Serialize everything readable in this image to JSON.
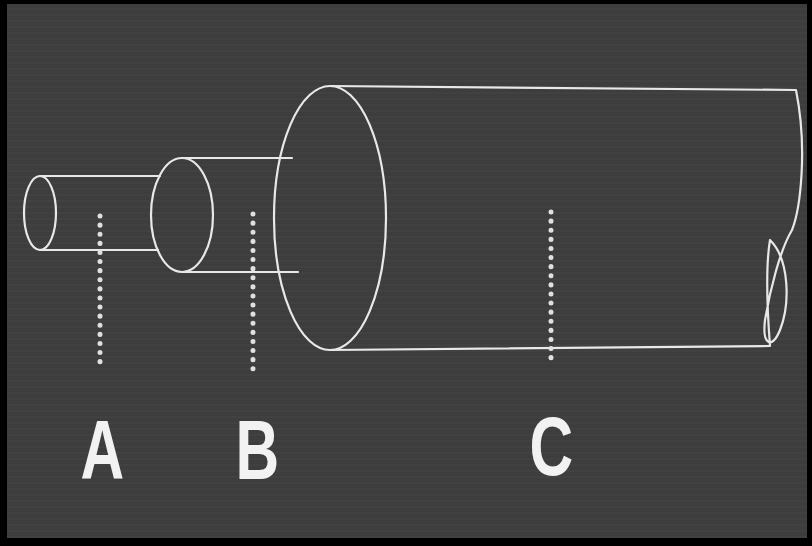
{
  "diagram": {
    "labels": [
      "A",
      "B",
      "C"
    ]
  }
}
